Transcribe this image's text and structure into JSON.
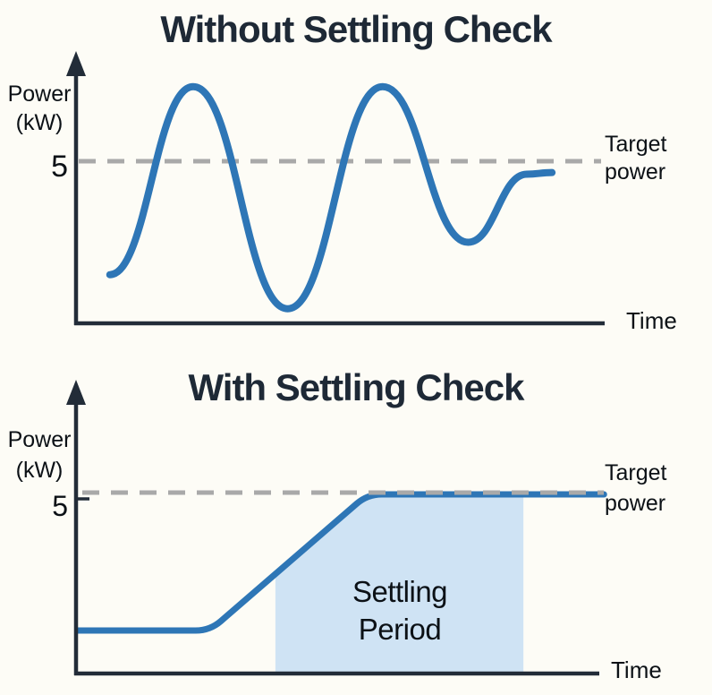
{
  "colors": {
    "background": "#fdfcf6",
    "curve_blue": "#2e76b6",
    "region_fill": "#cfe3f4",
    "target_dash_gray": "#a9a9a9",
    "axis_dark": "#222c38",
    "title_navy": "#1e2936",
    "label_black": "#0c1116"
  },
  "chart_data": [
    {
      "type": "line",
      "title": "Without Settling Check",
      "ylabel": "Power (kW)",
      "ylabel_lines": [
        "Power",
        "(kW)"
      ],
      "xlabel": "Time",
      "target_label": "Target power",
      "target_label_lines": [
        "Target",
        "power"
      ],
      "target_power_kw": 5,
      "ytick_values": [
        5
      ],
      "ytick_labels": [
        "5"
      ],
      "x_range": [
        0,
        10
      ],
      "y_range": [
        0,
        8.5
      ],
      "grid": false,
      "legend": false,
      "series": [
        {
          "name": "Power",
          "smooth": true,
          "x": [
            0.64,
            2.22,
            4.01,
            5.81,
            7.43,
            8.54,
            9.02
          ],
          "y": [
            1.5,
            7.3,
            0.45,
            7.3,
            2.5,
            4.6,
            4.65
          ]
        }
      ]
    },
    {
      "type": "area",
      "title": "With Settling Check",
      "ylabel": "Power (kW)",
      "ylabel_lines": [
        "Power",
        "(kW)"
      ],
      "xlabel": "Time",
      "target_label": "Target power",
      "target_label_lines": [
        "Target",
        "power"
      ],
      "target_power_kw": 5,
      "ytick_values": [
        5
      ],
      "ytick_labels": [
        "5"
      ],
      "x_range": [
        0,
        10.1
      ],
      "y_range": [
        0,
        8
      ],
      "grid": false,
      "legend": false,
      "series": [
        {
          "name": "Power",
          "smooth": false,
          "x": [
            0.03,
            2.56,
            5.57,
            10.09
          ],
          "y": [
            1.2,
            1.2,
            5,
            5
          ]
        }
      ],
      "settling_region": {
        "label": "Settling Period",
        "label_lines": [
          "Settling",
          "Period"
        ],
        "x_start": 3.81,
        "x_end": 8.55
      }
    }
  ]
}
